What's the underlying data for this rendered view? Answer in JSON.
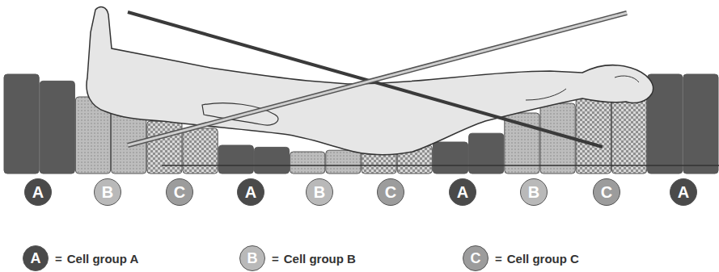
{
  "diagram": {
    "nodes": [
      {
        "text": [
          "A"
        ]
      },
      {
        "text": [
          "B"
        ]
      },
      {
        "text": [
          "C"
        ]
      },
      {
        "text": [
          "A"
        ]
      },
      {
        "text": [
          "B"
        ]
      },
      {
        "text": [
          "C"
        ]
      },
      {
        "text": [
          "A"
        ]
      },
      {
        "text": [
          "B"
        ]
      },
      {
        "text": [
          "C"
        ]
      },
      {
        "text": [
          "A"
        ]
      }
    ],
    "labels": [
      "A",
      "=",
      "B",
      "=",
      "C",
      "="
    ],
    "legend": [
      {
        "text": "Cell group A",
        "color": "#4a4a4a"
      },
      {
        "text": "Cell group B",
        "color": "#b9b9b9"
      },
      {
        "text": "Cell group C",
        "color": "#9c9c9c"
      }
    ]
  }
}
